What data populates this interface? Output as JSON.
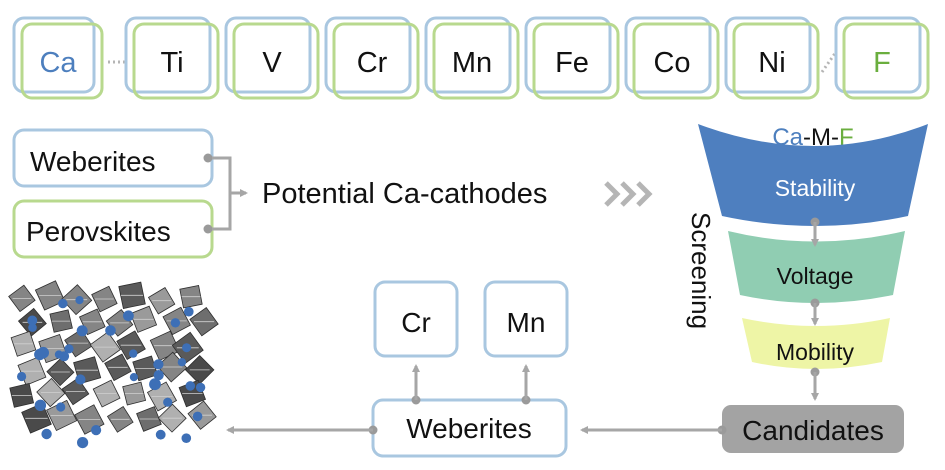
{
  "elements": [
    {
      "symbol": "Ca",
      "color": "#4d7fbe"
    },
    {
      "symbol": "Ti",
      "color": "#111111"
    },
    {
      "symbol": "V",
      "color": "#111111"
    },
    {
      "symbol": "Cr",
      "color": "#111111"
    },
    {
      "symbol": "Mn",
      "color": "#111111"
    },
    {
      "symbol": "Fe",
      "color": "#111111"
    },
    {
      "symbol": "Co",
      "color": "#111111"
    },
    {
      "symbol": "Ni",
      "color": "#111111"
    },
    {
      "symbol": "F",
      "color": "#6aae3e"
    }
  ],
  "structures": {
    "weberites": "Weberites",
    "perovskites": "Perovskites",
    "potential": "Potential Ca-cathodes"
  },
  "funnel": {
    "title": {
      "ca": "Ca",
      "sep1": "-M-",
      "f": "F"
    },
    "side_label": "Screening",
    "stages": [
      "Stability",
      "Voltage",
      "Mobility"
    ],
    "candidates": "Candidates"
  },
  "result": {
    "weberites": "Weberites",
    "elements": [
      "Cr",
      "Mn"
    ]
  },
  "colors": {
    "blue_border": "#a9c7e0",
    "green_border": "#b8d98e",
    "ca_blue": "#4d7fbe",
    "f_green": "#6aae3e",
    "stability": "#4e7fbf",
    "voltage": "#90cdb2",
    "mobility": "#eef5a6",
    "candidates": "#a3a3a3",
    "arrow_gray": "#a6a6a6"
  }
}
